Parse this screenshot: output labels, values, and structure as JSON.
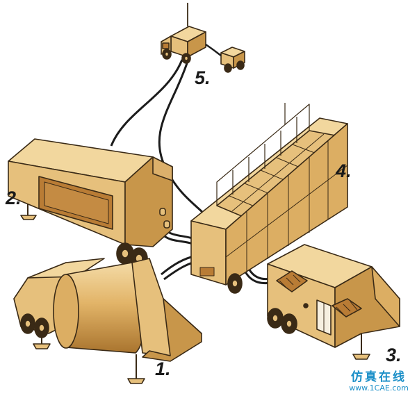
{
  "labels": {
    "n1": "1.",
    "n2": "2.",
    "n3": "3.",
    "n4": "4.",
    "n5": "5."
  },
  "watermark": {
    "chinese": "仿真在线",
    "url": "www.1CAE.com"
  },
  "colors": {
    "panel": "#e6c07c",
    "panel_light": "#f2d79e",
    "panel_dark": "#c8964a",
    "window": "#b97c35",
    "outline": "#3a2a16",
    "cable": "#1c1c1c",
    "watermark": "#1b8fc8"
  }
}
